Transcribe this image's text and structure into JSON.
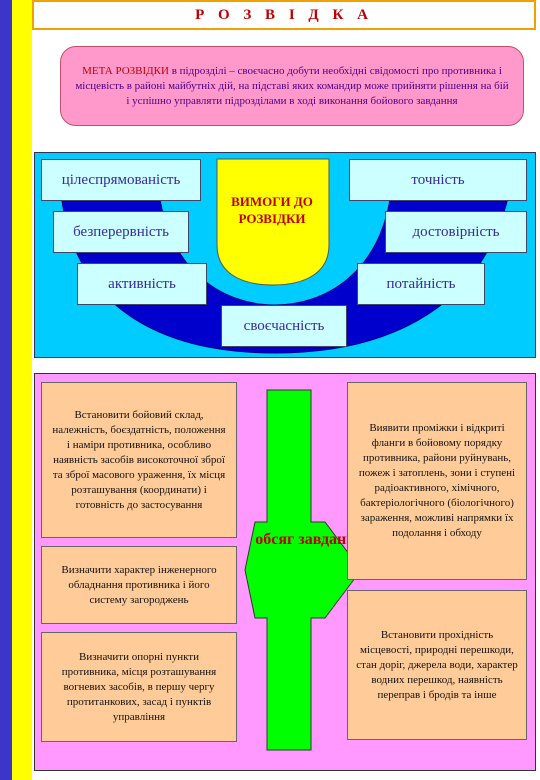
{
  "title": "Р О З В І Д К А",
  "goal": {
    "heading": "МЕТА РОЗВІДКИ",
    "text": " в підрозділі – своєчасно добути необхідні свідомості про противника і місцевість в районі майбутніх дій, на підставі яких командир може прийняти рішення на бій і успішно управляти підрозділами в ході виконання бойового завдання"
  },
  "requirements": {
    "center_label": "ВИМОГИ ДО РОЗВІДКИ",
    "items": {
      "purposefulness": "цілеспрямованість",
      "accuracy": "точність",
      "continuity": "безперервність",
      "reliability": "достовірність",
      "activity": "активність",
      "secrecy": "потайність",
      "timeliness": "своєчасність"
    }
  },
  "tasks": {
    "center_label": "обсяг завдань",
    "left": [
      "Встановити бойовий склад, належність, боєздатність, положення і наміри противника, особливо наявність засобів високоточної зброї та зброї масового ураження, їх місця розташування (координати) і готовність до застосування",
      "Визначити характер інженерного обладнання противника і його систему загороджень",
      "Визначити опорні пункти противника, місця розташування вогневих засобів, в першу чергу протитанкових, засад і пунктів управління"
    ],
    "right": [
      "Виявити проміжки і відкриті фланги в бойовому порядку противника, райони руйнувань, пожеж і затоплень, зони і ступені радіоактивного, хімічного, бактеріологічного (біологічного) зараження, можливі напрямки їх подолання і обходу",
      "Встановити прохідність місцевості, природні перешкоди, стан доріг, джерела води, характер водних перешкод, наявність переправ і бродів та інше"
    ]
  },
  "colors": {
    "stripe_blue": "#3b35c8",
    "stripe_yellow": "#ffff00",
    "title_red": "#c00000",
    "goal_pink": "#ff99cc",
    "requirements_cyan": "#00ccff",
    "arc_blue": "#0000cc",
    "shield_yellow": "#ffff00",
    "tasks_magenta": "#ff99ff",
    "task_peach": "#ffcc99",
    "arrow_green": "#00ff00"
  }
}
